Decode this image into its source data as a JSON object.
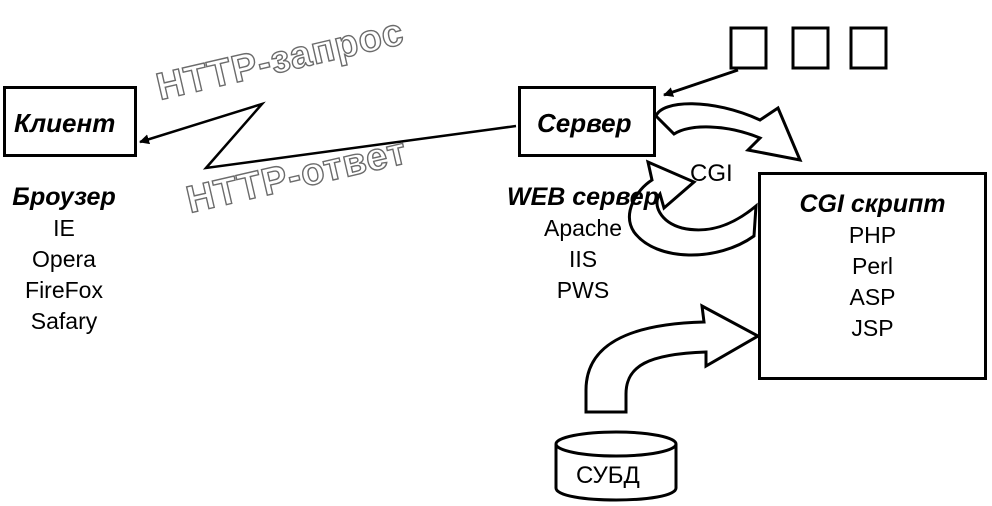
{
  "labels": {
    "http_request": "HTTP-запрос",
    "http_response": "HTTP-ответ",
    "cgi": "CGI"
  },
  "client": {
    "title": "Клиент",
    "list_title": "Броузер",
    "items": [
      "IE",
      "Opera",
      "FireFox",
      "Safary"
    ]
  },
  "server": {
    "title": "Сервер",
    "list_title": "WEB сервер",
    "items": [
      "Apache",
      "IIS",
      "PWS"
    ]
  },
  "cgi_script": {
    "title": "CGI скрипт",
    "items": [
      "PHP",
      "Perl",
      "ASP",
      "JSP"
    ]
  },
  "db": {
    "title": "СУБД"
  }
}
